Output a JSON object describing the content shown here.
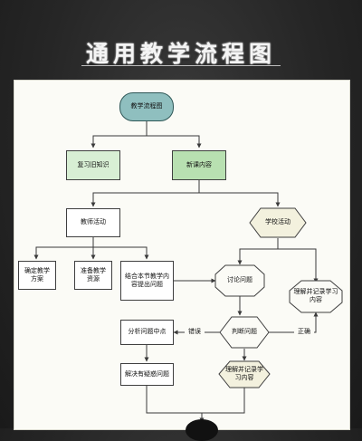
{
  "page": {
    "title": "通用教学流程图"
  },
  "nodes": {
    "start": "教学流程图",
    "review": "复习旧知识",
    "new_content": "新课内容",
    "teacher_activity": "教师活动",
    "school_activity": "学校活动",
    "define_plan": "确定教学方案",
    "prepare_resources": "准备教学资源",
    "raise_question": "结合本节教学内容提出问题",
    "discuss": "讨论问题",
    "understand_record_right": "理解并记录学习内容",
    "analyze": "分析问题中点",
    "judge": "判断问题",
    "solve": "解决有疑惑问题",
    "understand_record_bottom": "理解并记录学习内容"
  },
  "edge_labels": {
    "wrong": "错误",
    "correct": "正确"
  },
  "colors": {
    "start_fill": "#8fbfbf",
    "green_light": "#d8efd4",
    "green_mid": "#b8e0b1",
    "paper": "#fbfbf6"
  }
}
